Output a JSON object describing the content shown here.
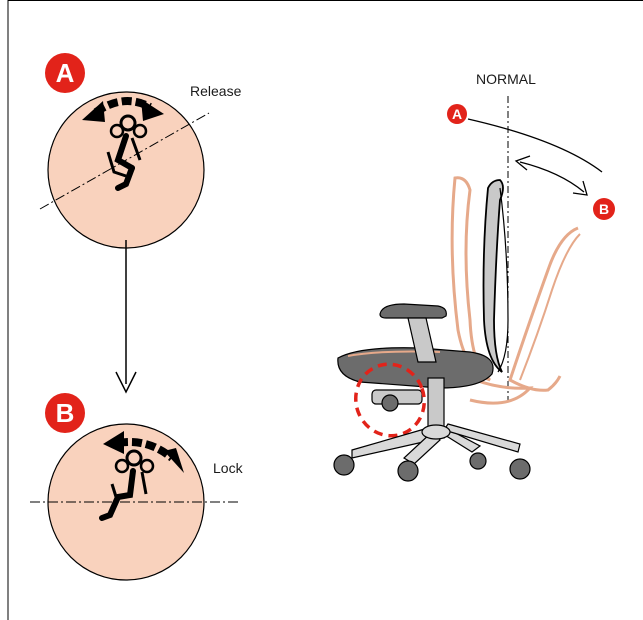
{
  "labels": {
    "release": "Release",
    "lock": "Lock",
    "normal": "NORMAL"
  },
  "badges": {
    "step_a": "A",
    "step_b": "B",
    "chair_a": "A",
    "chair_b": "B"
  },
  "colors": {
    "badge_red": "#e2231a",
    "disc_fill": "#f9d2bd",
    "chair_ghost": "#e6a98a",
    "highlight_dash": "#e2231a",
    "stroke": "#000000",
    "seat_dark": "#6c6c6c",
    "frame_grey": "#c9c9c9"
  },
  "icons": {
    "lever_arrow": "curved-double-arrow-icon",
    "seated_person": "seated-person-icon"
  }
}
